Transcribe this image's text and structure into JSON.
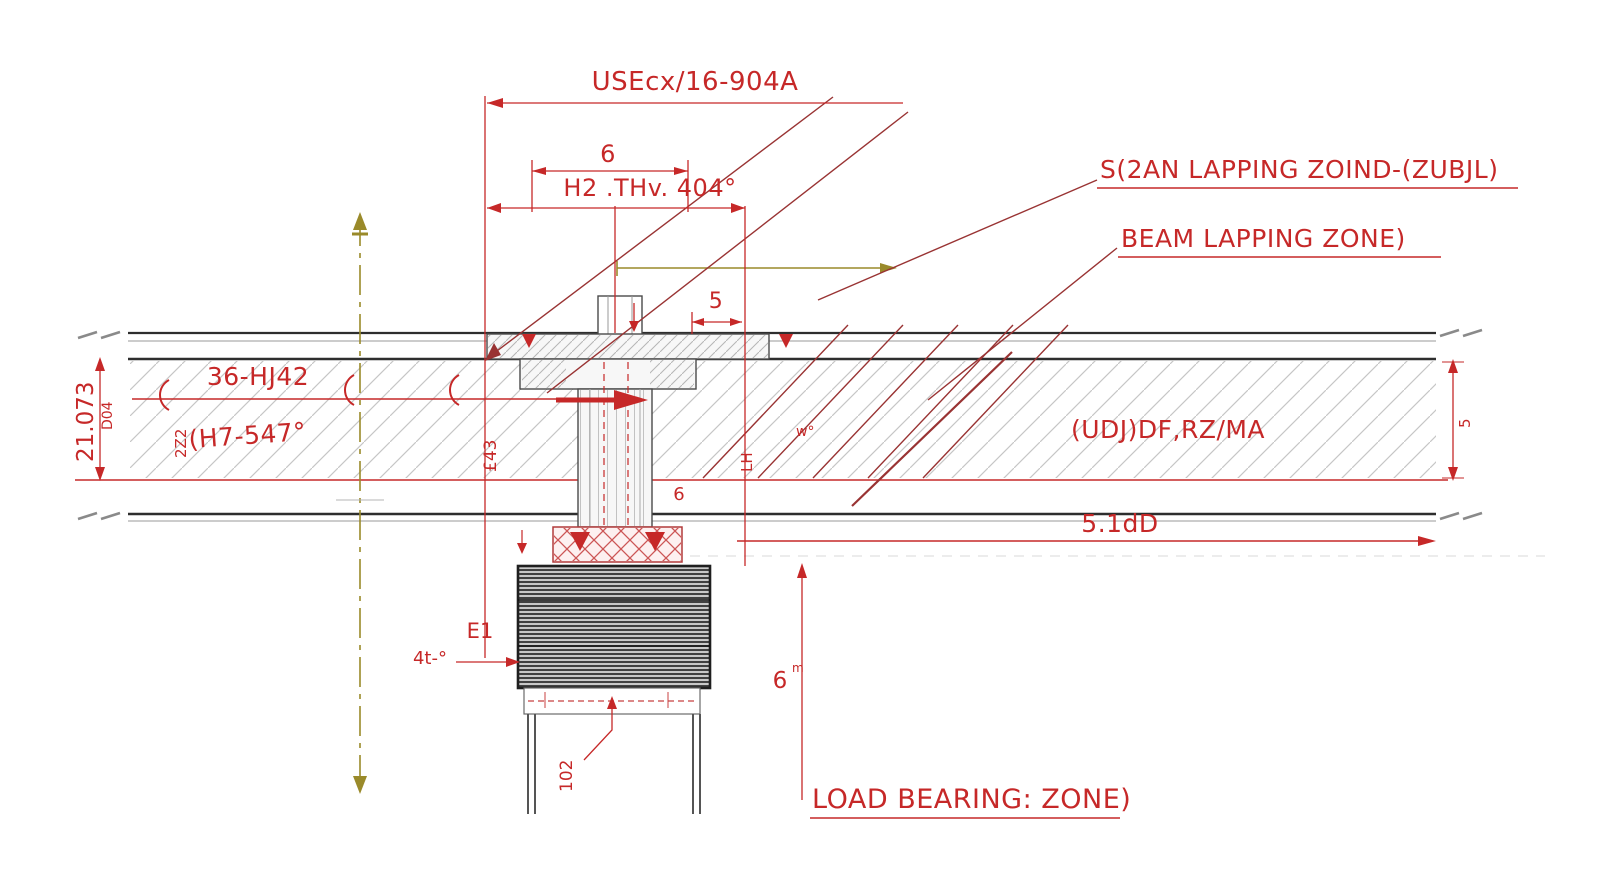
{
  "dims": {
    "top": "USEcx/16-904A",
    "six_top": "6",
    "h2": "H2 .THv. 404°",
    "five_flange": "5",
    "left_run": "36-HJ42",
    "left_angle": "(H7-547°",
    "height": "21.073",
    "height_sub": "D04",
    "height_alt": "2Z2",
    "stem_left": "£43",
    "stem_right": "LH",
    "w_deg": "w°",
    "six_mid": "6",
    "span_right": "5.1dD",
    "right_depth": "5",
    "e1": "E1",
    "four_t": "4t-°",
    "six_bottom": "6",
    "six_bottom_sup": "m",
    "one_oh_two": "102"
  },
  "labels": {
    "span_lapping": "S(2AN LAPPING ZOIND-(ZUBJL)",
    "beam_lapping": "BEAM LAPPING ZONE)",
    "beam_note": "(UDJ)DF,RZ/MA",
    "load_bearing": "LOAD BEARING: ZONE)"
  },
  "colors": {
    "annotation_red": "#c62828",
    "leader_maroon": "#993333",
    "centerline_olive": "#9a8a2a",
    "structure_dark": "#2e2e2e",
    "hatch_gray": "#c6c6c6"
  }
}
